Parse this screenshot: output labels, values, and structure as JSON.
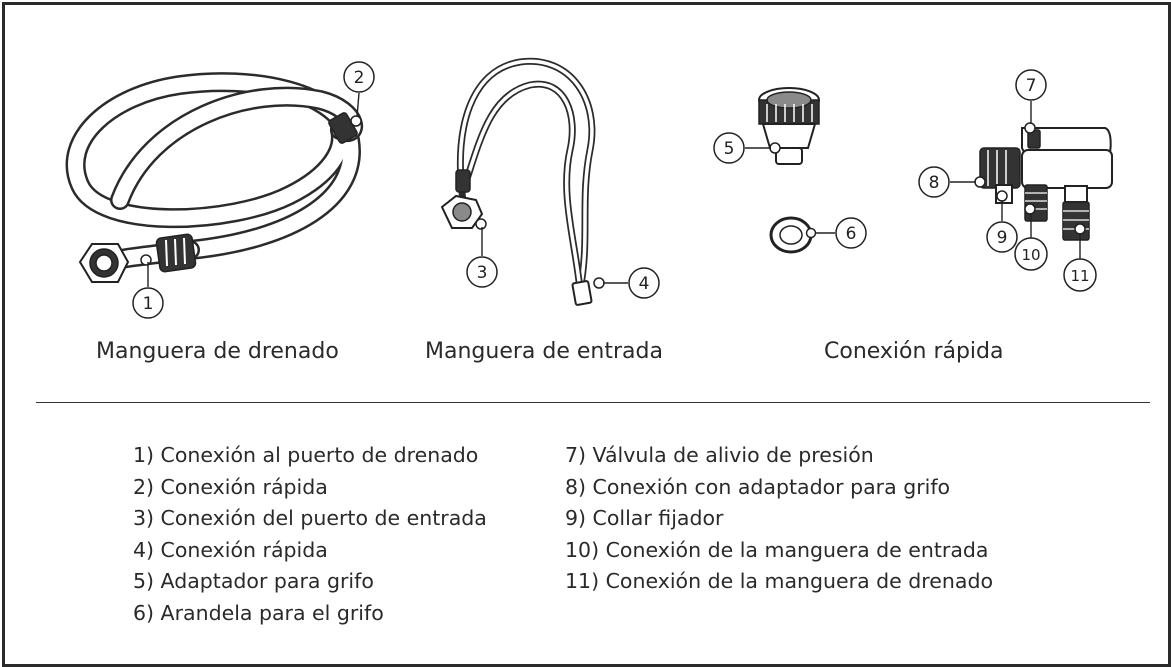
{
  "captions": {
    "drain_hose": "Manguera de drenado",
    "inlet_hose": "Manguera de entrada",
    "quick_connect": "Conexión rápida"
  },
  "callouts": [
    "1",
    "2",
    "3",
    "4",
    "5",
    "6",
    "7",
    "8",
    "9",
    "10",
    "11"
  ],
  "legend": {
    "left": [
      "1) Conexión al puerto de drenado",
      "2) Conexión rápida",
      "3) Conexión del puerto de entrada",
      "4) Conexión rápida",
      "5) Adaptador para grifo",
      "6) Arandela para el grifo"
    ],
    "right": [
      "7) Válvula de alivio de presión",
      "8) Conexión con adaptador para grifo",
      "9) Collar fijador",
      "10) Conexión de la manguera de entrada",
      "11) Conexión de la manguera de drenado"
    ]
  }
}
